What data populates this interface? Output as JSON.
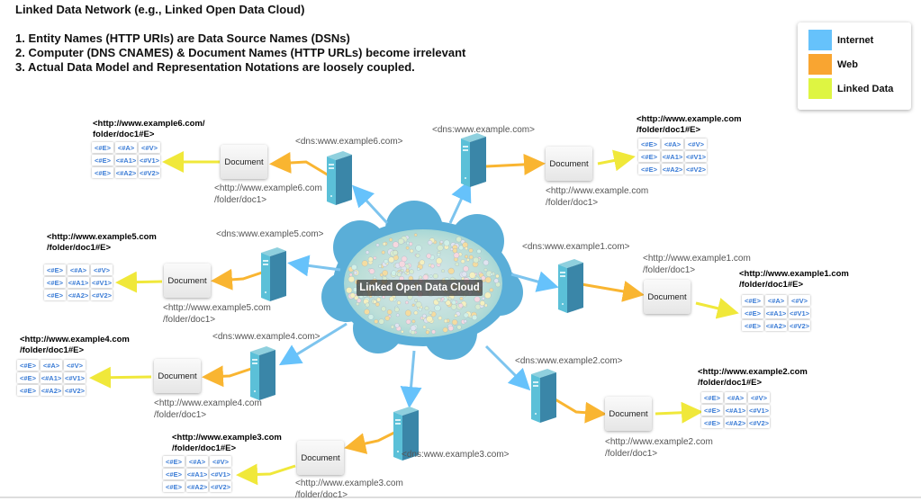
{
  "header": {
    "title": "Linked Data Network (e.g., Linked Open Data Cloud)",
    "points": [
      "1. Entity Names (HTTP URIs) are Data Source Names (DSNs)",
      "2. Computer (DNS CNAMES) & Document Names (HTTP URLs) become irrelevant",
      "3. Actual Data Model and Representation Notations are loosely coupled."
    ]
  },
  "legend": {
    "items": [
      {
        "label": "Internet",
        "color": "#66c2fb"
      },
      {
        "label": "Web",
        "color": "#f9a531"
      },
      {
        "label": "Linked Data",
        "color": "#def542"
      }
    ]
  },
  "cloud": {
    "label": "Linked Open Data Cloud",
    "color": "#5aaed8"
  },
  "document_label": "Document",
  "nodes": [
    {
      "id": "example6",
      "dns": "<dns:www.example6.com>",
      "doc_url_1": "<http://www.example6.com",
      "doc_url_2": "/folder/doc1>",
      "entity_1": "<http://www.example6.com/",
      "entity_2": "folder/doc1#E>"
    },
    {
      "id": "example",
      "dns": "<dns:www.example.com>",
      "doc_url_1": "<http://www.example.com",
      "doc_url_2": "/folder/doc1>",
      "entity_1": "<http://www.example.com",
      "entity_2": "/folder/doc1#E>"
    },
    {
      "id": "example5",
      "dns": "<dns:www.example5.com>",
      "doc_url_1": "<http://www.example5.com",
      "doc_url_2": "/folder/doc1>",
      "entity_1": "<http://www.example5.com",
      "entity_2": "/folder/doc1#E>"
    },
    {
      "id": "example1",
      "dns": "<dns:www.example1.com>",
      "doc_url_1": "<http://www.example1.com",
      "doc_url_2": "/folder/doc1>",
      "entity_1": "<http://www.example1.com",
      "entity_2": "/folder/doc1#E>"
    },
    {
      "id": "example4",
      "dns": "<dns:www.example4.com>",
      "doc_url_1": "<http://www.example4.com",
      "doc_url_2": "/folder/doc1>",
      "entity_1": "<http://www.example4.com",
      "entity_2": "/folder/doc1#E>"
    },
    {
      "id": "example2",
      "dns": "<dns:www.example2.com>",
      "doc_url_1": "<http://www.example2.com",
      "doc_url_2": "/folder/doc1>",
      "entity_1": "<http://www.example2.com",
      "entity_2": "/folder/doc1#E>"
    },
    {
      "id": "example3",
      "dns": "<dns:www.example3.com>",
      "doc_url_1": "<http://www.example3.com",
      "doc_url_2": "/folder/doc1>",
      "entity_1": "<http://www.example3.com",
      "entity_2": "/folder/doc1#E>"
    }
  ],
  "triple_cells": [
    "<#E>",
    "<#A>",
    "<#V>",
    "<#E>",
    "<#A1>",
    "<#V1>",
    "<#E>",
    "<#A2>",
    "<#V2>"
  ]
}
